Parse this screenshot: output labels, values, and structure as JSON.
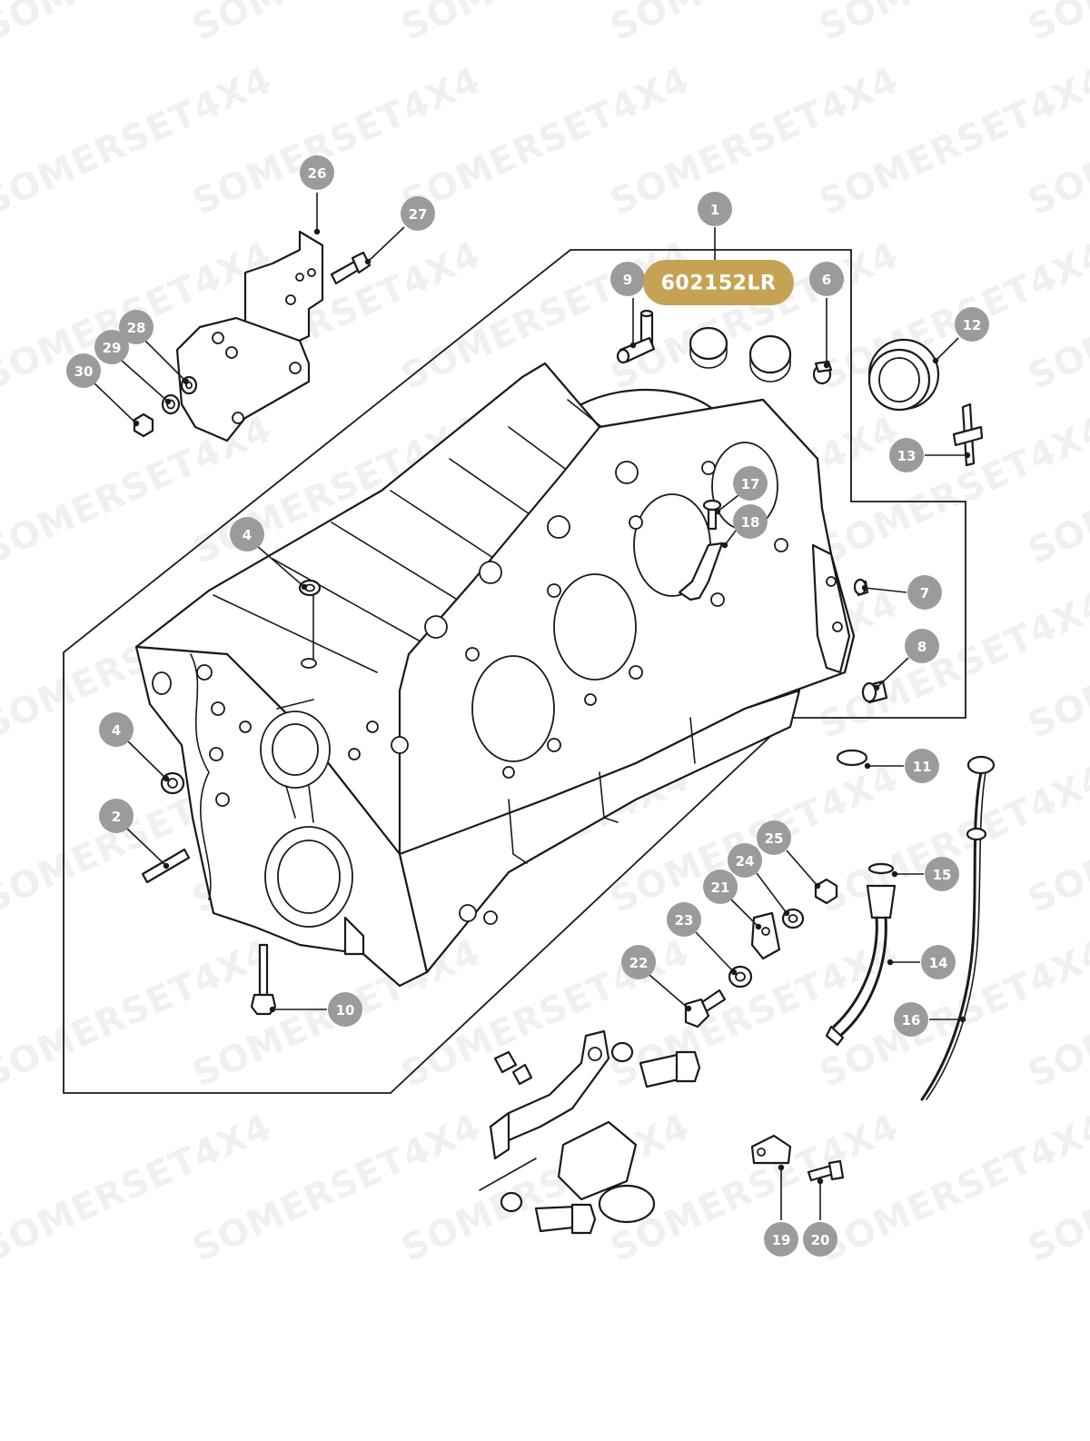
{
  "watermark": {
    "text": "SOMERSET4X4",
    "color": "#f0f0f0"
  },
  "part_badge": {
    "text": "602152LR",
    "color": "#c6a354",
    "callout": "1"
  },
  "callouts": [
    {
      "id": "c1",
      "label": "1"
    },
    {
      "id": "c2",
      "label": "2"
    },
    {
      "id": "c4a",
      "label": "4"
    },
    {
      "id": "c4b",
      "label": "4"
    },
    {
      "id": "c6",
      "label": "6"
    },
    {
      "id": "c7",
      "label": "7"
    },
    {
      "id": "c8",
      "label": "8"
    },
    {
      "id": "c9",
      "label": "9"
    },
    {
      "id": "c10",
      "label": "10"
    },
    {
      "id": "c11",
      "label": "11"
    },
    {
      "id": "c12",
      "label": "12"
    },
    {
      "id": "c13",
      "label": "13"
    },
    {
      "id": "c14",
      "label": "14"
    },
    {
      "id": "c15",
      "label": "15"
    },
    {
      "id": "c16",
      "label": "16"
    },
    {
      "id": "c17",
      "label": "17"
    },
    {
      "id": "c18",
      "label": "18"
    },
    {
      "id": "c19",
      "label": "19"
    },
    {
      "id": "c20",
      "label": "20"
    },
    {
      "id": "c21",
      "label": "21"
    },
    {
      "id": "c22",
      "label": "22"
    },
    {
      "id": "c23",
      "label": "23"
    },
    {
      "id": "c24",
      "label": "24"
    },
    {
      "id": "c25",
      "label": "25"
    },
    {
      "id": "c26",
      "label": "26"
    },
    {
      "id": "c27",
      "label": "27"
    },
    {
      "id": "c28",
      "label": "28"
    },
    {
      "id": "c29",
      "label": "29"
    },
    {
      "id": "c30",
      "label": "30"
    }
  ],
  "colors": {
    "callout_fill": "#9b9b9b",
    "callout_text": "#ffffff",
    "line": "#1a1a1a"
  }
}
